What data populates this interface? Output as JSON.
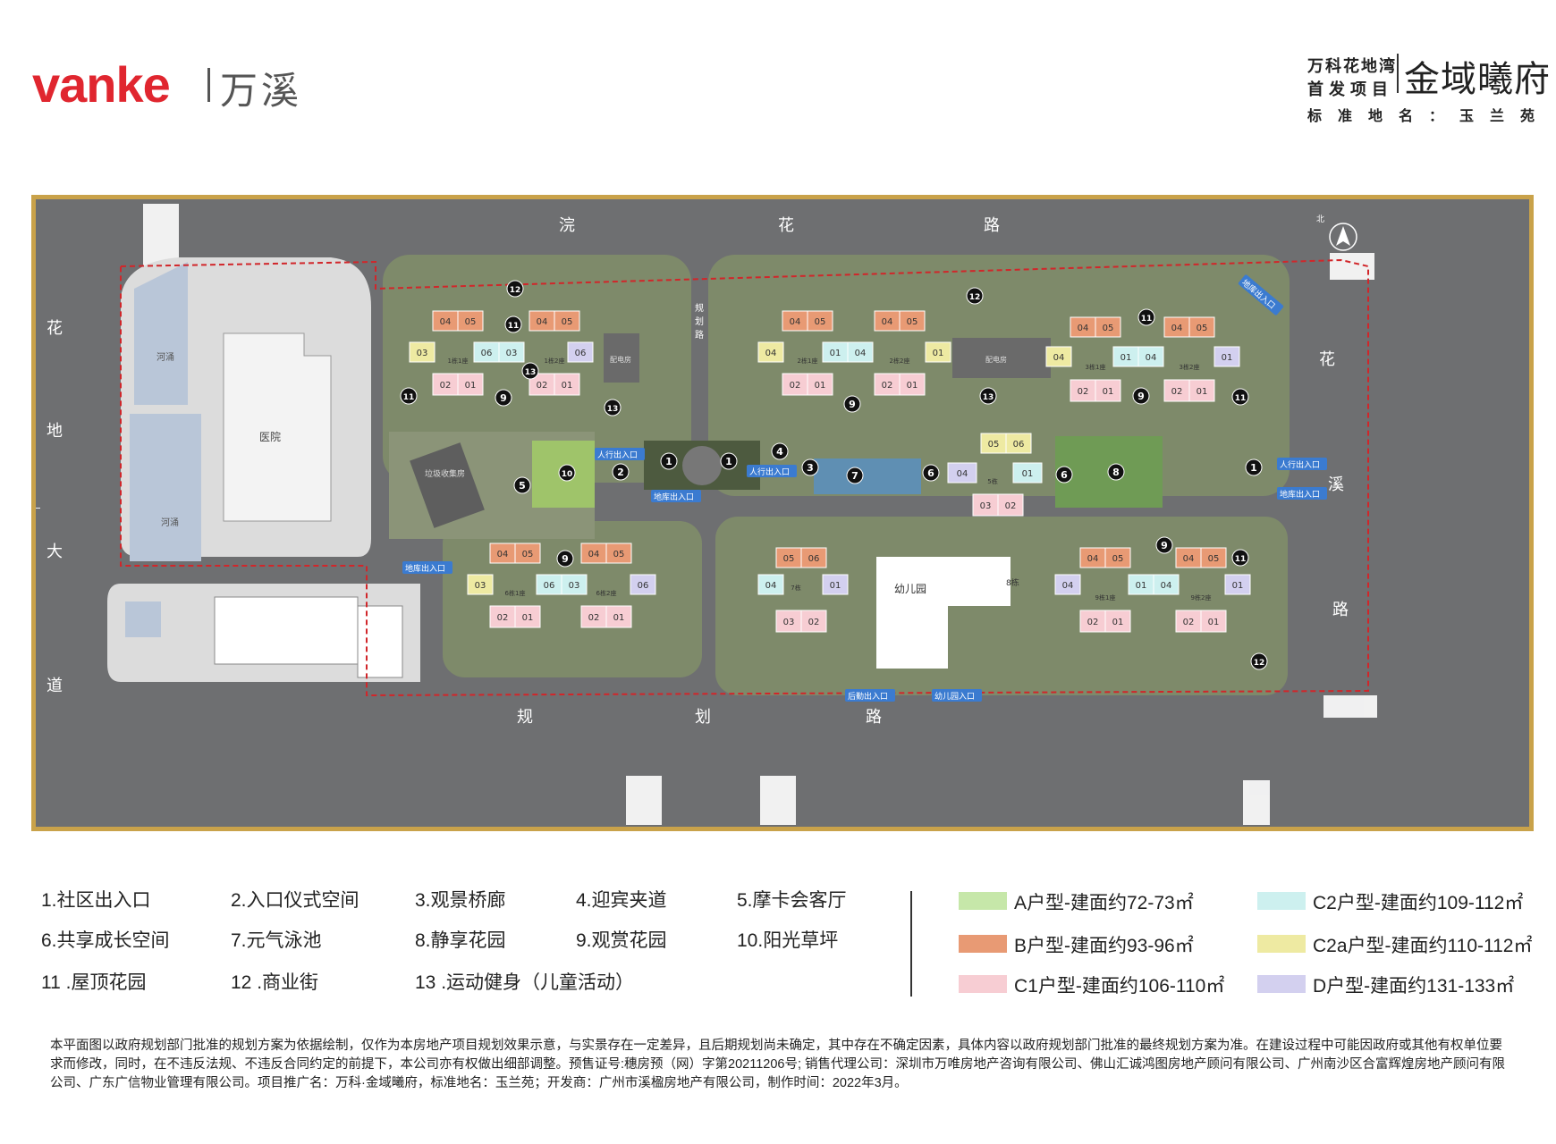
{
  "header": {
    "logo_latin": "vanke",
    "logo_cn": "万溪",
    "project_line1": "万科花地湾",
    "project_line2": "首发项目",
    "project_name": "金域曦府",
    "standard_name": "标准地名：玉兰苑"
  },
  "map": {
    "roads": {
      "north": [
        "浣",
        "花",
        "路"
      ],
      "south": [
        "规",
        "划",
        "路"
      ],
      "west": [
        "花",
        "地",
        "大",
        "道"
      ],
      "east": [
        "花",
        "溪",
        "路"
      ],
      "inner_road": [
        "规",
        "划",
        "路"
      ]
    },
    "places": {
      "river1": "河涌",
      "river2": "河涌",
      "hospital": "医院",
      "garbage": "垃圾收集房",
      "kindergarten": "幼儿园",
      "building8": "8栋",
      "power_room": "配电房"
    },
    "entrances": {
      "ped1": "人行出入口",
      "ped2": "人行出入口",
      "ped3": "人行出入口",
      "garage1": "地库出入口",
      "garage2": "地库出入口",
      "garage3": "地库出入口",
      "garage4": "地库出入口",
      "service": "后勤出入口",
      "kinder_entry": "幼儿园入口"
    },
    "north_mark": "北"
  },
  "legend_features": [
    "1.社区出入口",
    "2.入口仪式空间",
    "3.观景桥廊",
    "4.迎宾夹道",
    "5.摩卡会客厅",
    "6.共享成长空间",
    "7.元气泳池",
    "8.静享花园",
    "9.观赏花园",
    "10.阳光草坪",
    "11 .屋顶花园",
    "12 .商业街",
    "13 .运动健身（儿童活动）"
  ],
  "unit_types": [
    {
      "label": "A户型-建面约72-73㎡",
      "color": "#c6e7a9"
    },
    {
      "label": "B户型-建面约93-96㎡",
      "color": "#e89a74"
    },
    {
      "label": "C1户型-建面约106-110㎡",
      "color": "#f7cdd3"
    },
    {
      "label": "C2户型-建面约109-112㎡",
      "color": "#cdf0ef"
    },
    {
      "label": "C2a户型-建面约110-112㎡",
      "color": "#eeeaa2"
    },
    {
      "label": "D户型-建面约131-133㎡",
      "color": "#d3d0ef"
    }
  ],
  "building_labels": [
    "1栋1座",
    "1栋2座",
    "2栋1座",
    "2栋2座",
    "3栋1座",
    "3栋2座",
    "5栋",
    "6栋1座",
    "6栋2座",
    "7栋",
    "9栋1座",
    "9栋2座"
  ],
  "unit_numbers": [
    "01",
    "02",
    "03",
    "04",
    "05",
    "06"
  ],
  "disclaimer": "本平面图以政府规划部门批准的规划方案为依据绘制，仅作为本房地产项目规划效果示意，与实景存在一定差异，且后期规划尚未确定，其中存在不确定因素，具体内容以政府规划部门批准的最终规划方案为准。在建设过程中可能因政府或其他有权单位要求而修改，同时，在不违反法规、不违反合同约定的前提下，本公司亦有权做出细部调整。预售证号:穗房预（网）字第20211206号; 销售代理公司：深圳市万唯房地产咨询有限公司、佛山汇诚鸿图房地产顾问有限公司、广州南沙区合富辉煌房地产顾问有限公司、广东广信物业管理有限公司。项目推广名：万科·金域曦府，标准地名：玉兰苑；开发商：广州市溪楹房地产有限公司，制作时间：2022年3月。",
  "colors": {
    "brand_red": "#e0262f",
    "border_gold": "#c9a24a",
    "road_gray": "#6e6f71",
    "site_boundary": "#d1262a",
    "marker_black": "#111111"
  }
}
